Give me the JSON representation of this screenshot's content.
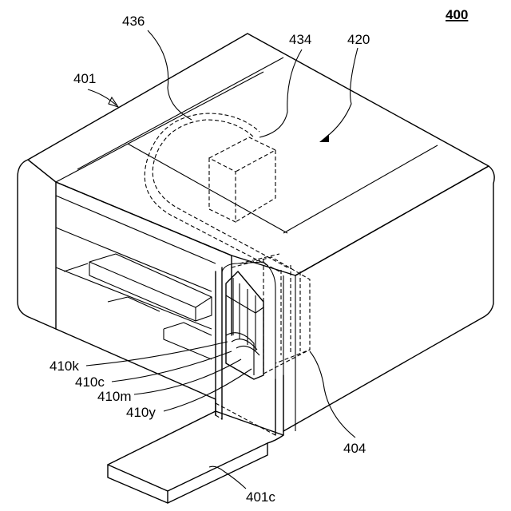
{
  "figure_number": "400",
  "labels": {
    "l401": "401",
    "l420": "420",
    "l434": "434",
    "l436": "436",
    "l404": "404",
    "l401c": "401c",
    "l410k": "410k",
    "l410c": "410c",
    "l410m": "410m",
    "l410y": "410y"
  }
}
